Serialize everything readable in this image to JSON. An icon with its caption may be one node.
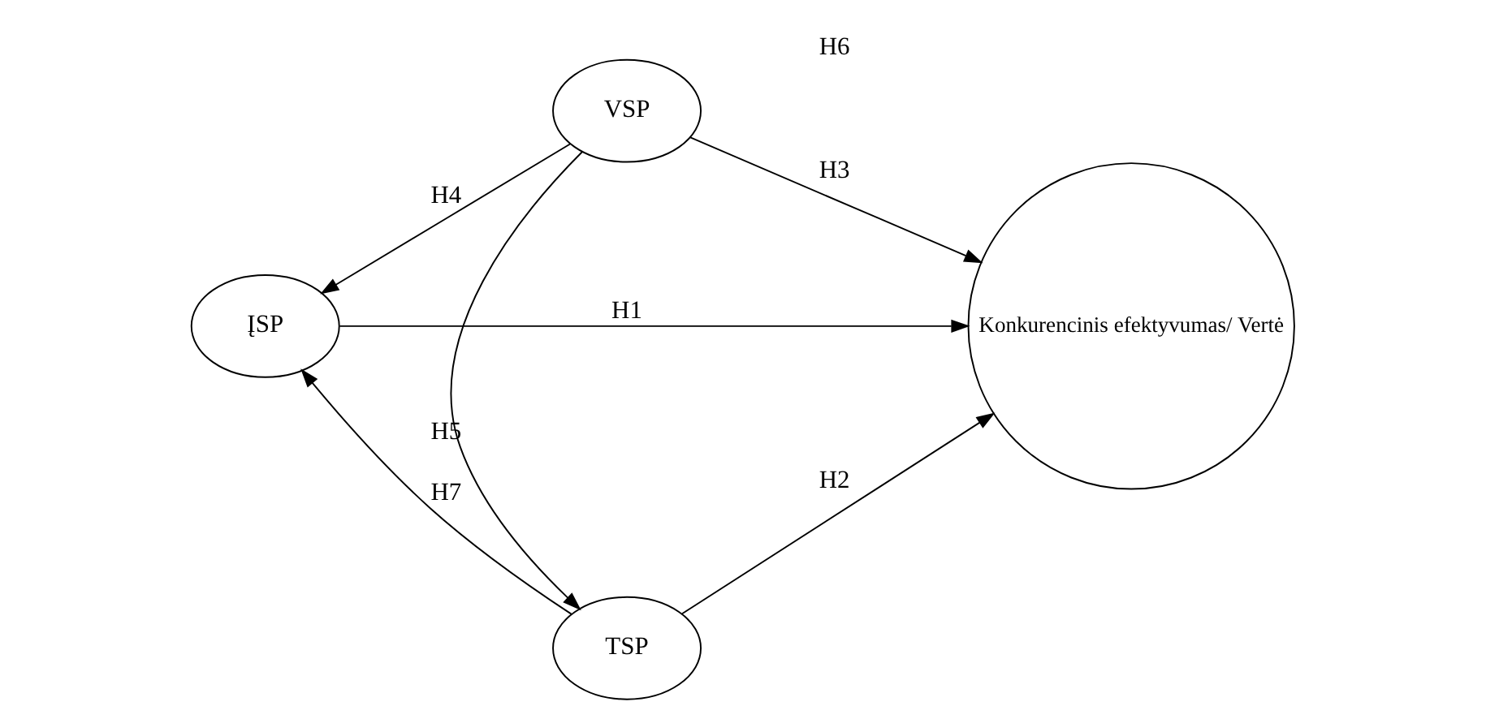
{
  "diagram": {
    "nodes": [
      {
        "text": [
          "VSP"
        ]
      },
      {
        "text": [
          "ĮSP"
        ]
      },
      {
        "text": [
          "Konkurencinis efektyvumas/ Vertė"
        ]
      },
      {
        "text": [
          "TSP"
        ]
      }
    ],
    "edges": [
      {
        "from": 0,
        "to": 1,
        "arrow": "to",
        "label": "H4"
      },
      {
        "from": 0,
        "to": 2,
        "arrow": "to",
        "label": "H3"
      },
      {
        "from": 1,
        "to": 2,
        "arrow": "to",
        "label": "H1"
      },
      {
        "from": 0,
        "to": 3,
        "arrow": "to",
        "label": "H5"
      },
      {
        "from": 3,
        "to": 1,
        "arrow": "to",
        "label": "H7"
      },
      {
        "from": 3,
        "to": 2,
        "arrow": "to",
        "label": "H2"
      }
    ],
    "labels": [
      "H6"
    ]
  }
}
